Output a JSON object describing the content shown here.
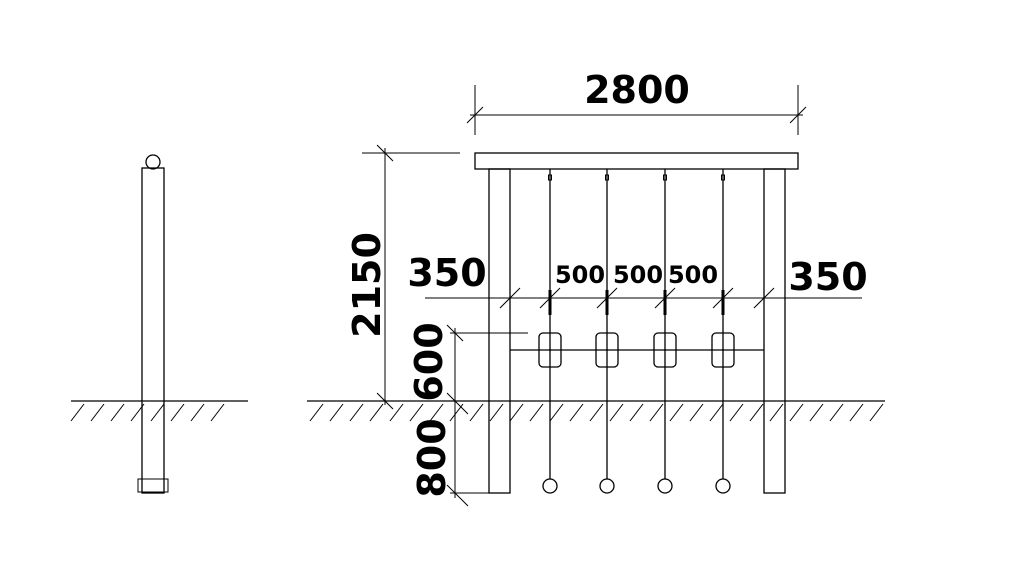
{
  "dimensions": {
    "total_width": "2800",
    "total_height": "2150",
    "left_offset": "350",
    "right_offset": "350",
    "spacing": [
      "500",
      "500",
      "500"
    ],
    "bar_height": "600",
    "embed_depth": "800"
  },
  "colors": {
    "line": "#000000",
    "background": "#ffffff"
  }
}
